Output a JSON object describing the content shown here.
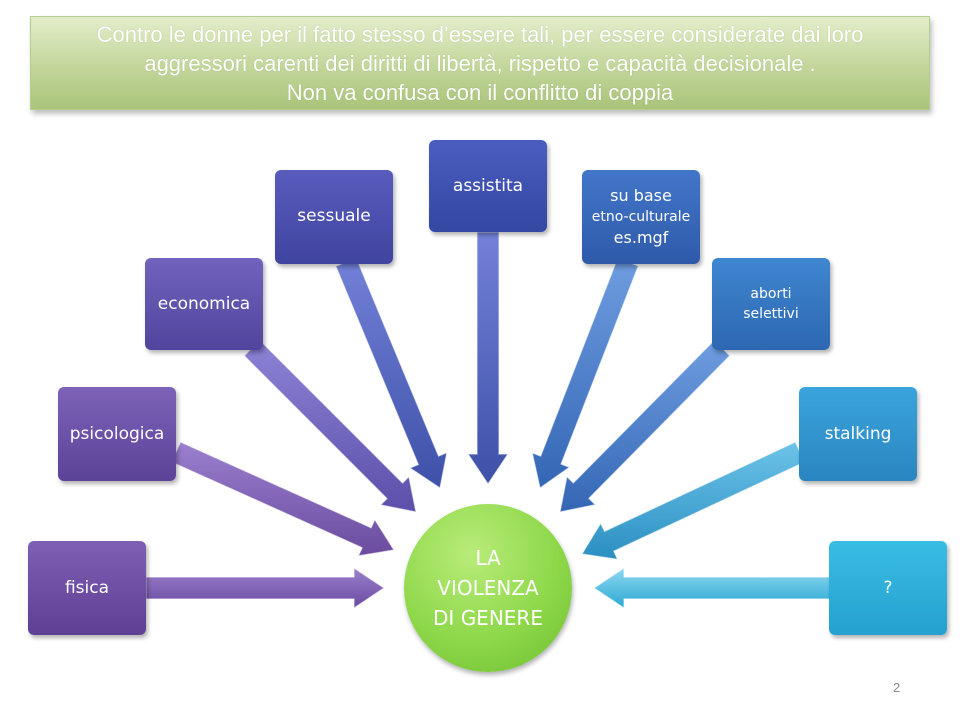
{
  "banner": {
    "line1": "Contro le donne per il fatto stesso d’essere tali, per essere considerate dai loro",
    "line2": "aggressori carenti dei diritti  di libertà, rispetto e capacità decisionale .",
    "line3": "Non va confusa con il conflitto di coppia"
  },
  "center": {
    "line1": "LA",
    "line2": "VIOLENZA",
    "line3": "DI GENERE"
  },
  "boxes": {
    "fisica": "fisica",
    "psicologica": "psicologica",
    "economica": "economica",
    "sessuale": "sessuale",
    "assistita": "assistita",
    "etno": {
      "line1": "su base",
      "line2": "etno-culturale",
      "line3": "es.mgf"
    },
    "aborti": {
      "line1": "aborti",
      "line2": "selettivi"
    },
    "stalking": "stalking",
    "unknown": "?"
  },
  "page_number": "2",
  "colors": {
    "purple": "#6b4a9e",
    "violet": "#5a4da8",
    "indigo": "#3e4fa8",
    "blue": "#3668b8",
    "teal": "#2b9cc8",
    "cyan": "#27b2d8",
    "green": "#8ed84a"
  }
}
